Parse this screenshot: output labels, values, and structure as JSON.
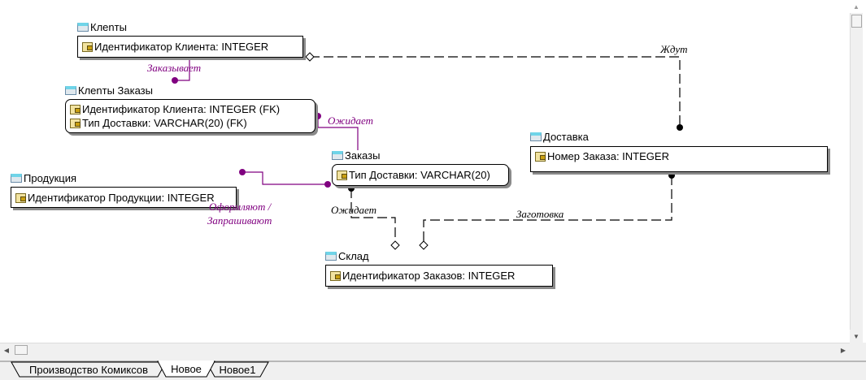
{
  "entities": {
    "clients": {
      "title": "Клenты",
      "attributes": [
        "Идентификатор Клиента: INTEGER"
      ]
    },
    "client_orders": {
      "title": "Клenты Заказы",
      "attributes": [
        "Идентификатор Клиента: INTEGER (FK)",
        "Тип Доставки: VARCHAR(20) (FK)"
      ]
    },
    "orders": {
      "title": "Заказы",
      "attributes": [
        "Тип Доставки: VARCHAR(20)"
      ]
    },
    "delivery": {
      "title": "Доставка",
      "attributes": [
        "Номер Заказа: INTEGER"
      ]
    },
    "products": {
      "title": "Продукция",
      "attributes": [
        "Идентификатор Продукции: INTEGER"
      ]
    },
    "warehouse": {
      "title": "Склад",
      "attributes": [
        "Идентификатор Заказов: INTEGER"
      ]
    }
  },
  "relationships": {
    "zhdut": "Ждут",
    "zakazyvaet": "Заказывает",
    "ozhidaet_1": "Ожидает",
    "ozhidaet_2": "Ожидает",
    "oformlyayut": "Оформляют /",
    "zaprashivayut": "Запрашивают",
    "zagotovka": "Заготовка"
  },
  "tabs": [
    "Производство Комиксов",
    "Новое",
    "Новое1"
  ],
  "active_tab": "Новое",
  "colors": {
    "identifying": "#800080",
    "non_identifying": "#000000"
  }
}
